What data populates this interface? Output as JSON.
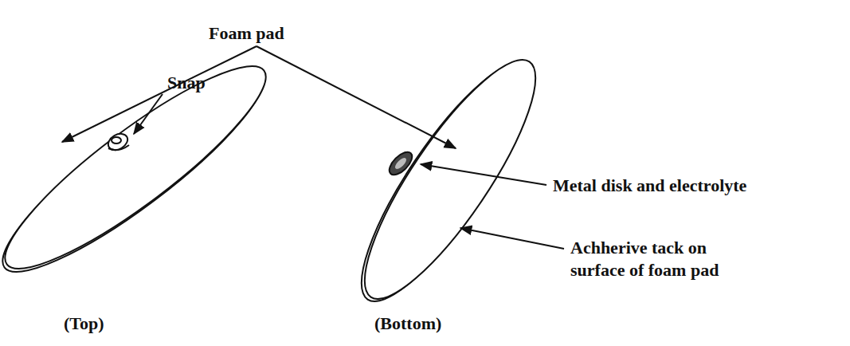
{
  "diagram": {
    "labels": [
      "Foam pad",
      "Snap",
      "Metal disk and electrolyte",
      "Achherive tack on surface of foam pad",
      "(Top)",
      "(Bottom)"
    ]
  }
}
